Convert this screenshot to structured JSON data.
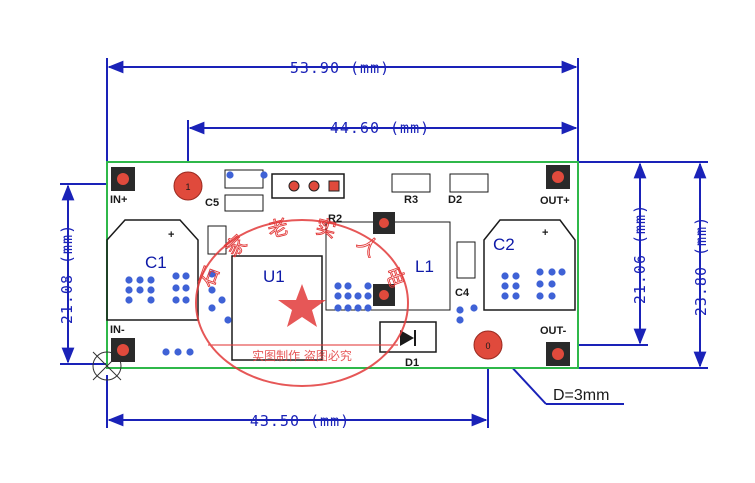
{
  "dimensions": {
    "top_width": "53.90 (mm)",
    "inner_width": "44.60 (mm)",
    "bottom_width": "43.50 (mm)",
    "left_height": "21.08 (mm)",
    "right_inner_height": "21.06 (mm)",
    "right_outer_height": "23.80 (mm)",
    "hole_diameter": "D=3mm"
  },
  "board": {
    "pad_labels": {
      "in_plus": "IN+",
      "in_minus": "IN-",
      "out_plus": "OUT+",
      "out_minus": "OUT-"
    },
    "components": {
      "c1": "C1",
      "c2": "C2",
      "c4": "C4",
      "c5": "C5",
      "u1": "U1",
      "l1": "L1",
      "r2": "R2",
      "r3": "R3",
      "d1": "D1",
      "d2": "D2",
      "hole_left": "1",
      "hole_right": "0"
    },
    "polarity": "+"
  },
  "watermark": {
    "arc_text": "石家老实人电",
    "bottom_text": "实图制作  盗图必究"
  },
  "colors": {
    "dimension": "#1a22b8",
    "board_outline": "#2fb84a",
    "pad_red": "#e04a3c",
    "via_blue": "#3f62d6",
    "watermark_red": "#e23a3a"
  }
}
